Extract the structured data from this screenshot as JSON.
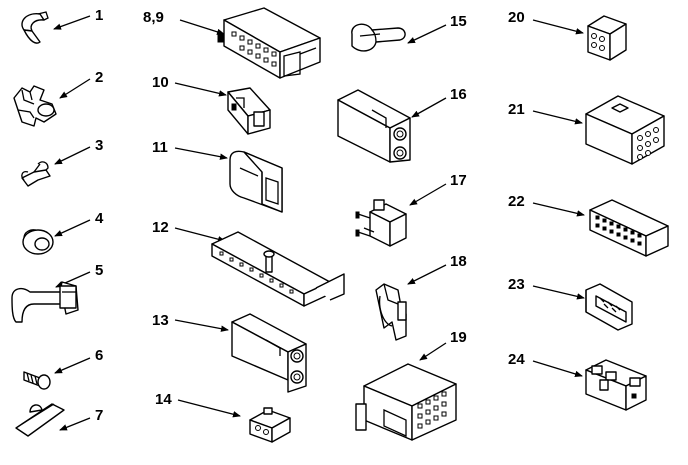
{
  "parts": [
    {
      "id": "p1",
      "label": "1"
    },
    {
      "id": "p2",
      "label": "2"
    },
    {
      "id": "p3",
      "label": "3"
    },
    {
      "id": "p4",
      "label": "4"
    },
    {
      "id": "p5",
      "label": "5"
    },
    {
      "id": "p6",
      "label": "6"
    },
    {
      "id": "p7",
      "label": "7"
    },
    {
      "id": "p89",
      "label": "8,9"
    },
    {
      "id": "p10",
      "label": "10"
    },
    {
      "id": "p11",
      "label": "11"
    },
    {
      "id": "p12",
      "label": "12"
    },
    {
      "id": "p13",
      "label": "13"
    },
    {
      "id": "p14",
      "label": "14"
    },
    {
      "id": "p15",
      "label": "15"
    },
    {
      "id": "p16",
      "label": "16"
    },
    {
      "id": "p17",
      "label": "17"
    },
    {
      "id": "p18",
      "label": "18"
    },
    {
      "id": "p19",
      "label": "19"
    },
    {
      "id": "p20",
      "label": "20"
    },
    {
      "id": "p21",
      "label": "21"
    },
    {
      "id": "p22",
      "label": "22"
    },
    {
      "id": "p23",
      "label": "23"
    },
    {
      "id": "p24",
      "label": "24"
    }
  ]
}
